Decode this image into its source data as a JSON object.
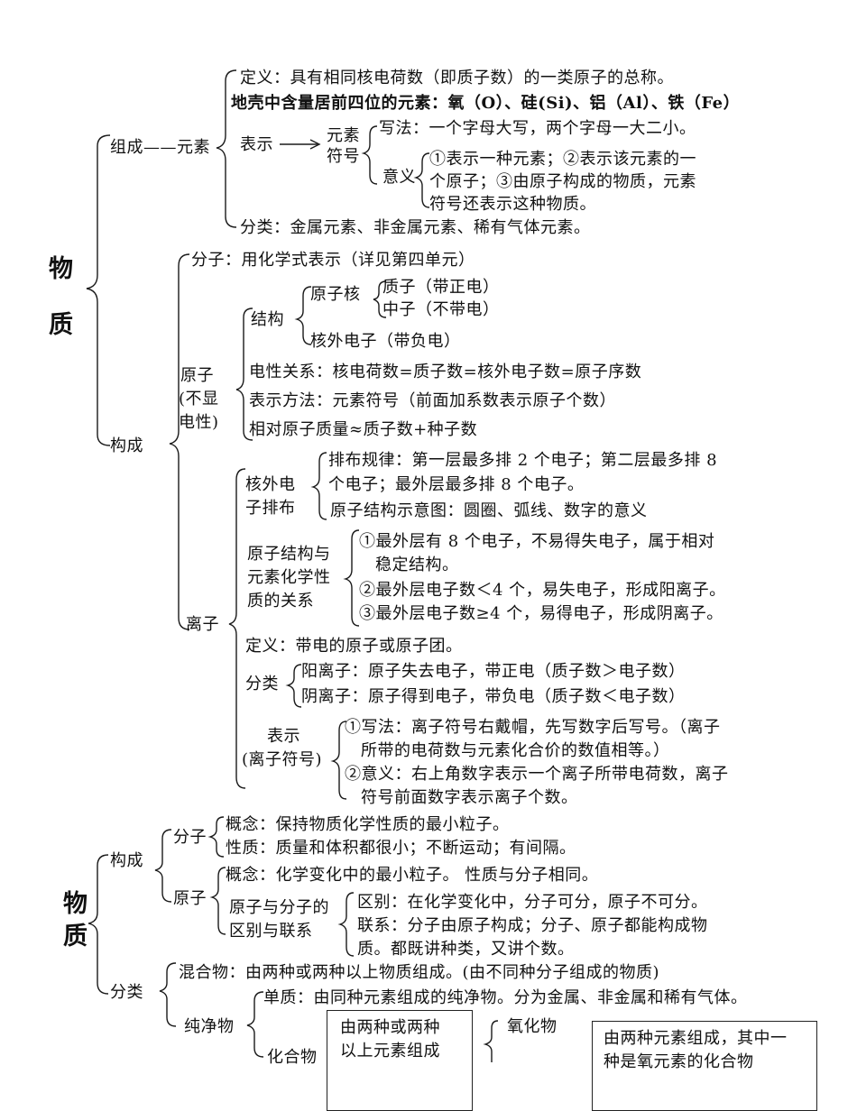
{
  "s1": {
    "title": [
      "物",
      "质"
    ],
    "zucheng": "组成——元素",
    "dingyi": "定义：具有相同核电荷数（即质子数）的一类原子的总称。",
    "dike": "地壳中含量居前四位的元素：氧（O）、硅(Si)、铝（Al）、铁（Fe）",
    "biaoshi": "表示",
    "fuhao1": "元素",
    "fuhao2": "符号",
    "xiefa": "写法：一个字母大写，两个字母一大二小。",
    "yiyi_label": "意义",
    "yiyi": [
      "①表示一种元素；②表示该元素的一",
      "个原子；③由原子构成的物质，元素",
      "符号还表示这种物质。"
    ],
    "fenlei": "分类：金属元素、非金属元素、稀有气体元素。",
    "goucheng": "构成",
    "fenzi": "分子：用化学式表示（详见第四单元）",
    "yuanzi_label": [
      "原子",
      "(不显",
      "电性)"
    ],
    "jiegou": "结构",
    "yuanzihe": "原子核",
    "zhizi": "质子（带正电）",
    "zhongzi": "中子（不带电）",
    "hewai": "核外电子（带负电）",
    "dianxing": "电性关系：核电荷数=质子数=核外电子数=原子序数",
    "biaoshifangfa": "表示方法：元素符号（前面加系数表示原子个数）",
    "xiangdui": "相对原子质量≈质子数+种子数",
    "lizi": "离子",
    "hewaidian": [
      "核外电",
      "子排布"
    ],
    "paibu": [
      "排布规律：第一层最多排 2 个电子；第二层最多排 8",
      "个电子；最外层最多排 8 个电子。"
    ],
    "shiyitu": "原子结构示意图：圆圈、弧线、数字的意义",
    "guanxi_label": [
      "原子结构与",
      "元素化学性",
      "质的关系"
    ],
    "guanxi": [
      "①最外层有 8 个电子，不易得失电子，属于相对",
      "稳定结构。",
      "②最外层电子数＜4 个，易失电子，形成阳离子。",
      "③最外层电子数≥4 个，易得电子，形成阴离子。"
    ],
    "lizi_dingyi": "定义：带电的原子或原子团。",
    "lizi_fenlei": "分类",
    "yanglizi": "阳离子：原子失去电子，带正电（质子数＞电子数）",
    "yinlizi": "阴离子：原子得到电子，带负电（质子数＜电子数）",
    "lizi_biaoshi": [
      "表示",
      "(离子符号)"
    ],
    "lizi_xiefa": [
      "①写法：离子符号右戴帽，先写数字后写号。（离子",
      "所带的电荷数与元素化合价的数值相等。）"
    ],
    "lizi_yiyi": [
      "②意义：右上角数字表示一个离子所带电荷数，离子",
      "符号前面数字表示离子个数。"
    ]
  },
  "s2": {
    "title": [
      "物",
      "质"
    ],
    "goucheng": "构成",
    "fenzi": "分子",
    "gainian": "概念：保持物质化学性质的最小粒子。",
    "xingzhi": "性质：质量和体积都很小；不断运动；有间隔。",
    "yuanzi": "原子",
    "yuanzi_gainian": "概念：化学变化中的最小粒子。 性质与分子相同。",
    "qubie_label": [
      "原子与分子的",
      "区别与联系"
    ],
    "qubie": "区别：在化学变化中，分子可分，原子不可分。",
    "lianxi": [
      "联系：分子由原子构成；分子、原子都能构成物",
      "质。都既讲种类，又讲个数。"
    ],
    "fenlei": "分类",
    "hunhewu": "混合物：由两种或两种以上物质组成。(由不同种分子组成的物质)",
    "chunjingwu": "纯净物",
    "danzhi": "单质：由同种元素组成的纯净物。分为金属、非金属和稀有气体。",
    "huahewu": "化合物",
    "box1": [
      "由两种或两种",
      "以上元素组成"
    ],
    "yanghuawu": "氧化物",
    "box2": [
      "由两种元素组成，其中一",
      "种是氧元素的化合物"
    ]
  }
}
